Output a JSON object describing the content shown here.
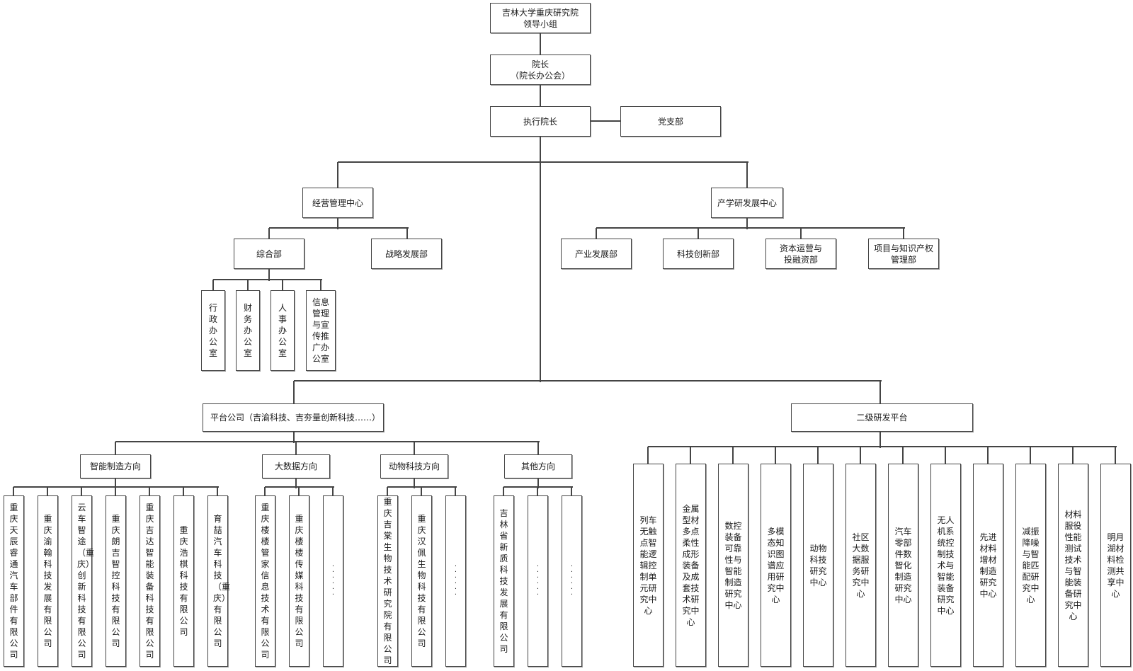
{
  "diagram": {
    "type": "org-chart",
    "root": {
      "label": "吉林大学重庆研究院\n领导小组"
    },
    "president": {
      "label": "院长\n（院长办公会）"
    },
    "executive_president": {
      "label": "执行院长"
    },
    "party_branch": {
      "label": "党支部"
    },
    "operations_center": {
      "label": "经营管理中心",
      "children": [
        {
          "label": "综合部",
          "children": [
            {
              "label": "行政办公室"
            },
            {
              "label": "财务办公室"
            },
            {
              "label": "人事办公室"
            },
            {
              "label": "信息管理与宣传推广办公室"
            }
          ]
        },
        {
          "label": "战略发展部"
        }
      ]
    },
    "iur_center": {
      "label": "产学研发展中心",
      "children": [
        {
          "label": "产业发展部"
        },
        {
          "label": "科技创新部"
        },
        {
          "label": "资本运营与\n投融资部"
        },
        {
          "label": "项目与知识产权\n管理部"
        }
      ]
    },
    "platform_company": {
      "label": "平台公司（吉渝科技、吉夯量创新科技……）",
      "directions": [
        {
          "label": "智能制造方向",
          "companies": [
            "重庆天辰睿通汽车部件有限公司",
            "重庆渝翰科技发展有限公司",
            "云车智途（重庆）创新科技有限公司",
            "重庆朗吉智控科技有限公司",
            "重庆吉达智能装备科技有限公司",
            "重庆浩棋科技有限公司",
            "育喆汽车科技（重庆）有限公司"
          ]
        },
        {
          "label": "大数据方向",
          "companies": [
            "重庆楼楼管家信息技术有限公司",
            "重庆楼楼传媒科技有限公司",
            "······"
          ]
        },
        {
          "label": "动物科技方向",
          "companies": [
            "重庆吉棠生物技术研究院有限公司",
            "重庆汉佩生物科技有限公司",
            "······"
          ]
        },
        {
          "label": "其他方向",
          "companies": [
            "吉林省新质科技发展有限公司",
            "······",
            "······"
          ]
        }
      ]
    },
    "secondary_platform": {
      "label": "二级研发平台",
      "centers": [
        "列车无触点智能逻辑控制单元研究中心",
        "金属型材多点柔性成形装备及成套技术研究中心",
        "数控装备可靠性与智能制造研究中心",
        "多模态知识图谱应用研究中心",
        "动物科技研究中心",
        "社区大数据服务研究中心",
        "汽车零部件数智化制造研究中心",
        "无人机系统控制技术与智能装备研究中心",
        "先进材料增材制造研究中心",
        "减振降噪与智能匹配研究中心",
        "材料服役性能测试技术与智能装备研究中心",
        "明月湖材料检测共享中心"
      ]
    }
  }
}
